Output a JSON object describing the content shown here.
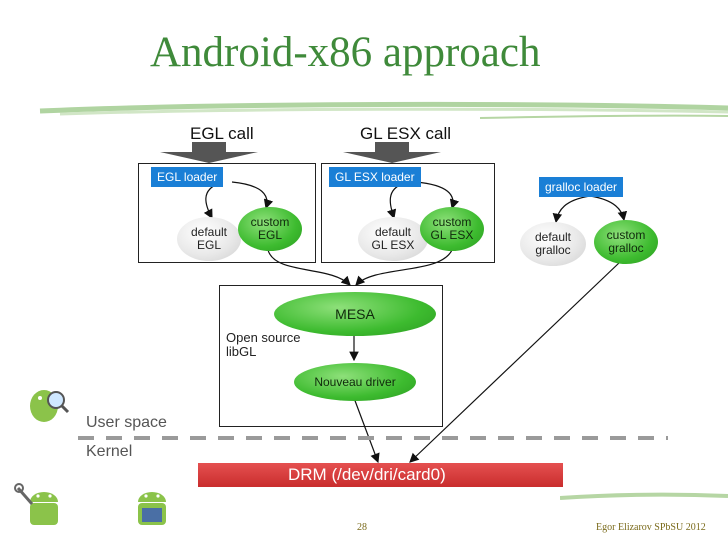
{
  "title": "Android-x86 approach",
  "calls": {
    "egl": "EGL call",
    "glesx": "GL ESX call"
  },
  "egl_box": {
    "loader": "EGL loader",
    "default": "default\nEGL",
    "custom": "custom\nEGL"
  },
  "glesx_box": {
    "loader": "GL ESX loader",
    "default": "default\nGL ESX",
    "custom": "custom\nGL ESX"
  },
  "gralloc": {
    "loader": "gralloc loader",
    "default": "default\ngralloc",
    "custom": "custom\ngralloc"
  },
  "libgl_box": {
    "mesa": "MESA",
    "label": "Open source\nlibGL",
    "driver": "Nouveau driver"
  },
  "layers": {
    "user": "User space",
    "kernel": "Kernel"
  },
  "drm": "DRM (/dev/dri/card0)",
  "footer": {
    "page": "28",
    "credit": "Egor Elizarov SPbSU 2012"
  },
  "colors": {
    "title": "#3f8a3a",
    "tag": "#1a7fd6",
    "green": "#3dbb2f",
    "drm": "#d63a3a"
  },
  "icons": [
    "android-magnifier-icon",
    "android-wrench-icon",
    "android-book-icon"
  ]
}
